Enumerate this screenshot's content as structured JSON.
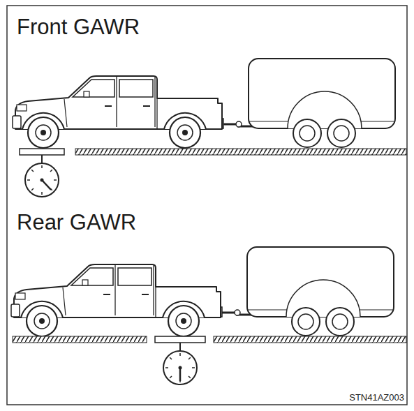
{
  "diagram": {
    "labels": [
      "Front GAWR",
      "Rear GAWR",
      "STN41AZ003"
    ]
  }
}
